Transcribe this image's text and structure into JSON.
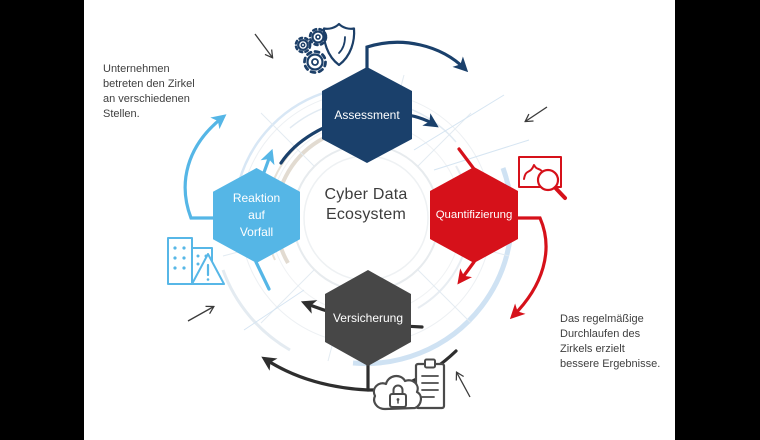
{
  "page": {
    "letterbox_color": "#000000",
    "stage_color": "#ffffff"
  },
  "center": {
    "title_line1": "Cyber Data",
    "title_line2": "Ecosystem"
  },
  "hexagons": {
    "assessment": {
      "label": "Assessment",
      "color": "#1a406b"
    },
    "quantifizierung": {
      "label": "Quantifizierung",
      "color": "#d6111a"
    },
    "versicherung": {
      "label": "Versicherung",
      "color": "#474747"
    },
    "reaktion": {
      "line1": "Reaktion",
      "line2": "auf",
      "line3": "Vorfall",
      "color": "#55b6e6"
    }
  },
  "annotations": {
    "entry_note": {
      "line1": "Unternehmen",
      "line2": "betreten den Zirkel",
      "line3": "an verschiedenen",
      "line4": "Stellen."
    },
    "loop_note": {
      "line1": "Das regelmäßige",
      "line2": "Durchlaufen des",
      "line3": "Zirkels erzielt",
      "line4": "bessere Ergebnisse."
    }
  },
  "icons": {
    "top": "shield-gears-icon",
    "right": "image-magnifier-icon",
    "bottom": "cloud-lock-clipboard-icon",
    "left": "buildings-warning-icon"
  },
  "colors": {
    "navy": "#1a406b",
    "red": "#d6111a",
    "dark_gray": "#474747",
    "light_blue": "#55b6e6",
    "annotation_text": "#3f3f3f"
  }
}
